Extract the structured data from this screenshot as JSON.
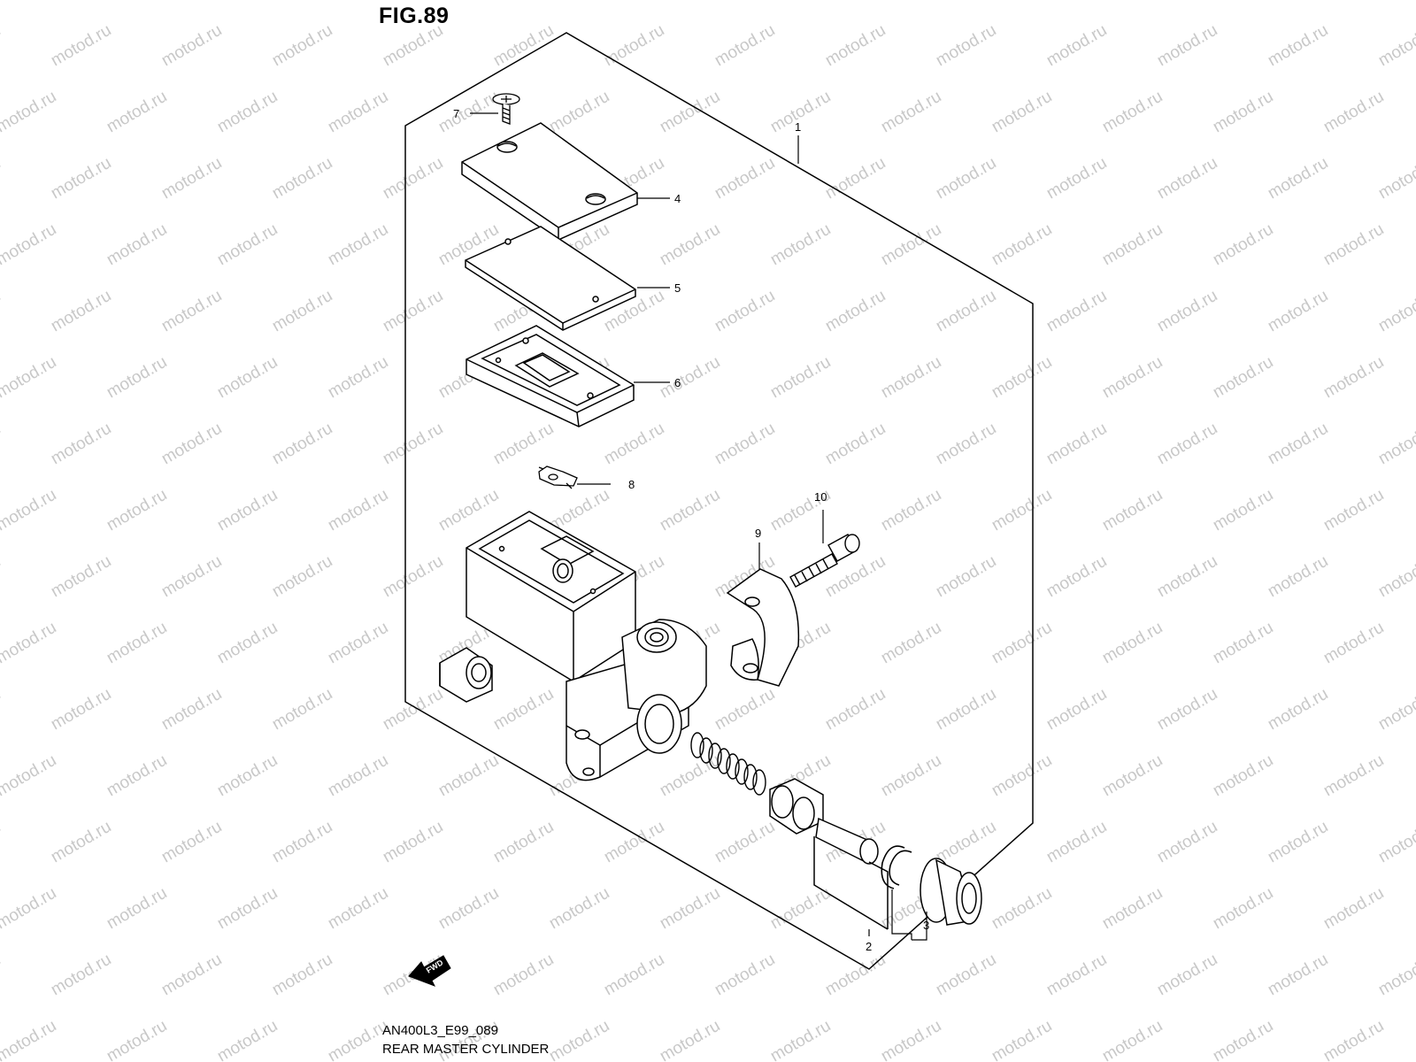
{
  "figure_title": "FIG.89",
  "drawing_code": "AN400L3_E99_089",
  "drawing_name": "REAR MASTER CYLINDER",
  "watermark": "motod.ru",
  "fwd_arrow_label": "FWD",
  "callouts": [
    "1",
    "2",
    "3",
    "4",
    "5",
    "6",
    "7",
    "8",
    "9",
    "10"
  ]
}
